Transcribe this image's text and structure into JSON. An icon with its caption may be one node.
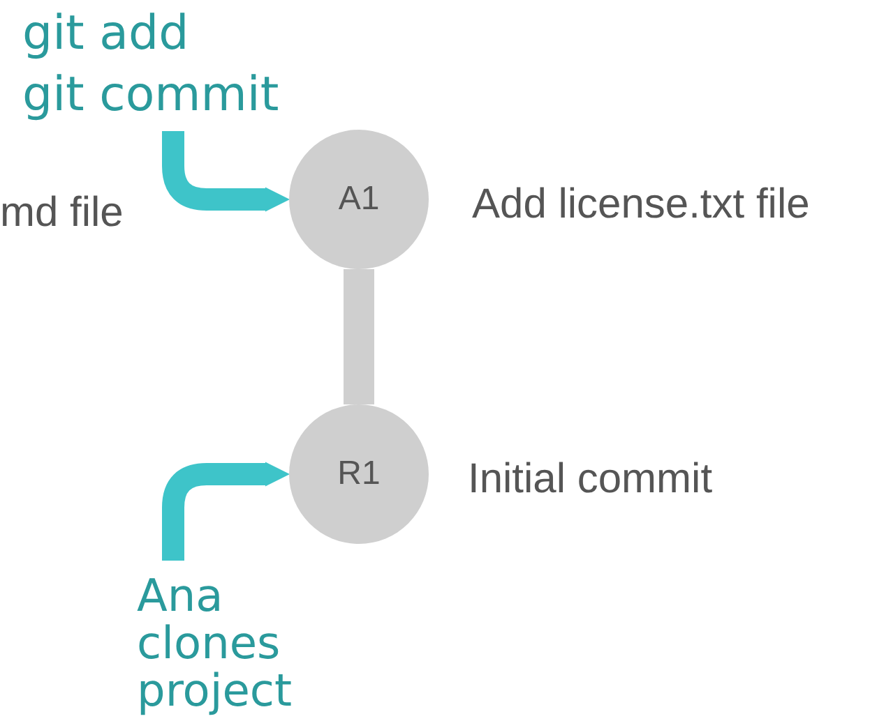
{
  "diagram": {
    "nodes": [
      {
        "text": [
          "git add",
          "git commit"
        ]
      },
      {
        "text": [
          "A1"
        ],
        "beside": [
          "Add license.txt file"
        ]
      },
      {
        "text": [
          "R1"
        ],
        "beside": [
          "Initial commit"
        ]
      },
      {
        "text": [
          "Ana clones project"
        ]
      }
    ],
    "edges": [
      {
        "from": 0,
        "to": 1,
        "arrow": "to"
      },
      {
        "from": 1,
        "to": 2,
        "arrow": "none",
        "color": "#cfcfcf"
      },
      {
        "from": 3,
        "to": 2,
        "arrow": "to"
      }
    ],
    "labels": [
      "md file"
    ]
  }
}
